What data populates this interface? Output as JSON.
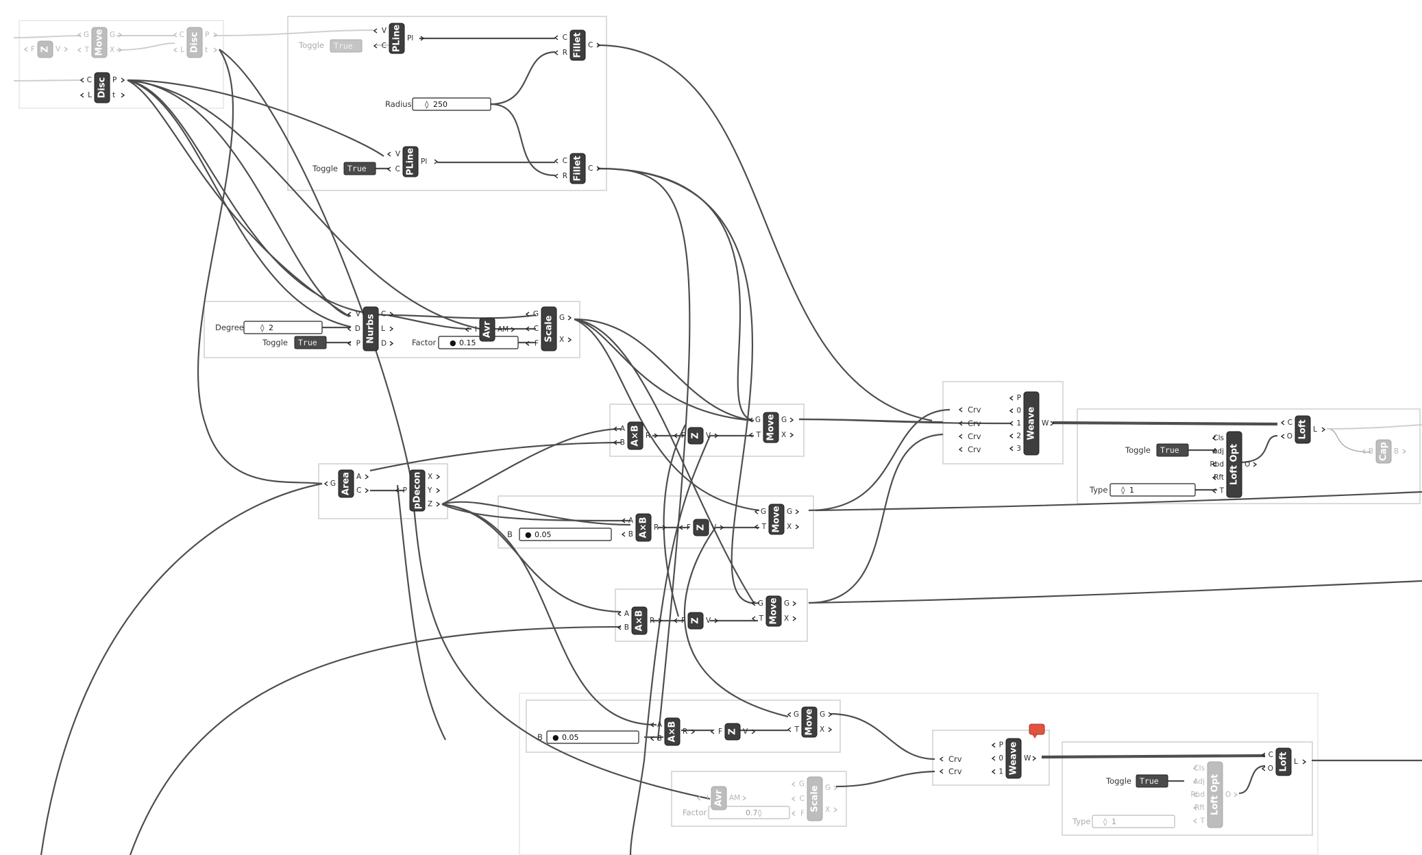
{
  "components": [
    {
      "id": "move-topleft",
      "caption": "Move",
      "faint": true,
      "inputs": [
        "G",
        "T"
      ],
      "outputs": [
        "G",
        "X"
      ]
    },
    {
      "id": "disc-top",
      "caption": "Disc",
      "faint": true,
      "inputs": [
        "C",
        "L"
      ],
      "outputs": [
        "P",
        "t"
      ]
    },
    {
      "id": "z-topleft",
      "caption": "Z",
      "faint": true,
      "inputs": [
        "F"
      ],
      "outputs": [
        "V"
      ]
    },
    {
      "id": "disc-left",
      "caption": "Disc",
      "faint": false,
      "inputs": [
        "C",
        "L"
      ],
      "outputs": [
        "P",
        "t"
      ]
    },
    {
      "id": "pline-top",
      "caption": "PLine",
      "faint": false,
      "inputs": [
        "V",
        "C"
      ],
      "outputs": [
        "Pl"
      ]
    },
    {
      "id": "fillet-top",
      "caption": "Fillet",
      "faint": false,
      "inputs": [
        "C",
        "R"
      ],
      "outputs": [
        "C"
      ]
    },
    {
      "id": "pline-mid",
      "caption": "PLine",
      "faint": false,
      "inputs": [
        "V",
        "C"
      ],
      "outputs": [
        "Pl"
      ]
    },
    {
      "id": "fillet-mid",
      "caption": "Fillet",
      "faint": false,
      "inputs": [
        "C",
        "R"
      ],
      "outputs": [
        "C"
      ]
    },
    {
      "id": "nurbs",
      "caption": "Nurbs",
      "faint": false,
      "inputs": [
        "V",
        "D",
        "P"
      ],
      "outputs": [
        "C",
        "L",
        "D"
      ]
    },
    {
      "id": "avr-top",
      "caption": "Avr",
      "faint": false,
      "inputs": [
        "I"
      ],
      "outputs": [
        "AM"
      ]
    },
    {
      "id": "scale-top",
      "caption": "Scale",
      "faint": false,
      "inputs": [
        "G",
        "C",
        "F"
      ],
      "outputs": [
        "G",
        "X"
      ]
    },
    {
      "id": "area",
      "caption": "Area",
      "faint": false,
      "inputs": [
        "G"
      ],
      "outputs": [
        "A",
        "C"
      ]
    },
    {
      "id": "pdecon",
      "caption": "pDecon",
      "faint": false,
      "inputs": [
        "P"
      ],
      "outputs": [
        "X",
        "Y",
        "Z"
      ]
    },
    {
      "id": "axb-1",
      "caption": "A×B",
      "faint": false,
      "inputs": [
        "A",
        "B"
      ],
      "outputs": [
        "R"
      ]
    },
    {
      "id": "z-1",
      "caption": "Z",
      "faint": false,
      "inputs": [
        "F"
      ],
      "outputs": [
        "V"
      ]
    },
    {
      "id": "move-1",
      "caption": "Move",
      "faint": false,
      "inputs": [
        "G",
        "T"
      ],
      "outputs": [
        "G",
        "X"
      ]
    },
    {
      "id": "axb-2",
      "caption": "A×B",
      "faint": false,
      "inputs": [
        "A",
        "B"
      ],
      "outputs": [
        "R"
      ]
    },
    {
      "id": "z-2",
      "caption": "Z",
      "faint": false,
      "inputs": [
        "F"
      ],
      "outputs": [
        "V"
      ]
    },
    {
      "id": "move-2",
      "caption": "Move",
      "faint": false,
      "inputs": [
        "G",
        "T"
      ],
      "outputs": [
        "G",
        "X"
      ]
    },
    {
      "id": "axb-3",
      "caption": "A×B",
      "faint": false,
      "inputs": [
        "A",
        "B"
      ],
      "outputs": [
        "R"
      ]
    },
    {
      "id": "z-3",
      "caption": "Z",
      "faint": false,
      "inputs": [
        "F"
      ],
      "outputs": [
        "V"
      ]
    },
    {
      "id": "move-3",
      "caption": "Move",
      "faint": false,
      "inputs": [
        "G",
        "T"
      ],
      "outputs": [
        "G",
        "X"
      ]
    },
    {
      "id": "weave-top",
      "caption": "Weave",
      "faint": false,
      "inputs": [
        "P",
        "0",
        "1",
        "2",
        "3"
      ],
      "outputs": [
        "W"
      ]
    },
    {
      "id": "loft-top",
      "caption": "Loft",
      "faint": false,
      "inputs": [
        "C",
        "O"
      ],
      "outputs": [
        "L"
      ]
    },
    {
      "id": "loftopt-top",
      "caption": "Loft Opt",
      "faint": false,
      "inputs": [
        "Cls",
        "Adj",
        "Rbd",
        "Rft",
        "T"
      ],
      "outputs": [
        "O"
      ]
    },
    {
      "id": "cap-right",
      "caption": "Cap",
      "faint": true,
      "inputs": [
        "B"
      ],
      "outputs": [
        "B"
      ]
    },
    {
      "id": "axb-4",
      "caption": "A×B",
      "faint": false,
      "inputs": [
        "A",
        "B"
      ],
      "outputs": [
        "R"
      ]
    },
    {
      "id": "z-4",
      "caption": "Z",
      "faint": false,
      "inputs": [
        "F"
      ],
      "outputs": [
        "V"
      ]
    },
    {
      "id": "move-4",
      "caption": "Move",
      "faint": false,
      "inputs": [
        "G",
        "T"
      ],
      "outputs": [
        "G",
        "X"
      ]
    },
    {
      "id": "avr-bottom",
      "caption": "Avr",
      "faint": true,
      "inputs": [
        "I"
      ],
      "outputs": [
        "AM"
      ]
    },
    {
      "id": "scale-bottom",
      "caption": "Scale",
      "faint": true,
      "inputs": [
        "G",
        "C",
        "F"
      ],
      "outputs": [
        "G",
        "X"
      ]
    },
    {
      "id": "weave-bottom",
      "caption": "Weave",
      "faint": false,
      "inputs": [
        "P",
        "0",
        "1"
      ],
      "outputs": [
        "W"
      ]
    },
    {
      "id": "loft-bottom",
      "caption": "Loft",
      "faint": false,
      "inputs": [
        "C",
        "O"
      ],
      "outputs": [
        "L"
      ]
    },
    {
      "id": "loftopt-bottom",
      "caption": "Loft Opt",
      "faint": true,
      "inputs": [
        "Cls",
        "Adj",
        "Rbd",
        "Rft",
        "T"
      ],
      "outputs": [
        "O"
      ]
    }
  ],
  "params": [
    {
      "id": "toggle-top",
      "label": "Toggle",
      "kind": "toggle",
      "value": "True",
      "faint": true
    },
    {
      "id": "toggle-pline",
      "label": "Toggle",
      "kind": "toggle",
      "value": "True",
      "faint": false
    },
    {
      "id": "radius",
      "label": "Radius",
      "kind": "slider",
      "value": "250",
      "faint": false
    },
    {
      "id": "degree",
      "label": "Degree",
      "kind": "slider",
      "value": "2",
      "faint": false
    },
    {
      "id": "toggle-nurbs",
      "label": "Toggle",
      "kind": "toggle",
      "value": "True",
      "faint": false
    },
    {
      "id": "factor-top",
      "label": "Factor",
      "kind": "slider",
      "value": "0.15",
      "faint": false
    },
    {
      "id": "b-mid",
      "label": "B",
      "kind": "slider",
      "value": "0.05",
      "faint": false
    },
    {
      "id": "toggle-loft-top",
      "label": "Toggle",
      "kind": "toggle",
      "value": "True",
      "faint": false
    },
    {
      "id": "type-top",
      "label": "Type",
      "kind": "slider",
      "value": "1",
      "faint": false
    },
    {
      "id": "b-bottom",
      "label": "B",
      "kind": "slider",
      "value": "0.05",
      "faint": false
    },
    {
      "id": "factor-bottom",
      "label": "Factor",
      "kind": "slider",
      "value": "0.7",
      "faint": true
    },
    {
      "id": "toggle-loft-bottom",
      "label": "Toggle",
      "kind": "toggle",
      "value": "True",
      "faint": false
    },
    {
      "id": "type-bottom",
      "label": "Type",
      "kind": "slider",
      "value": "1",
      "faint": true
    }
  ],
  "weave_inputs": {
    "top": [
      "Crv",
      "Crv",
      "Crv",
      "Crv"
    ],
    "bottom": [
      "Crv",
      "Crv"
    ]
  },
  "colors": {
    "wire": "#4d4d4d",
    "capsule": "#3e3e3e",
    "warning": "#e0533f"
  }
}
